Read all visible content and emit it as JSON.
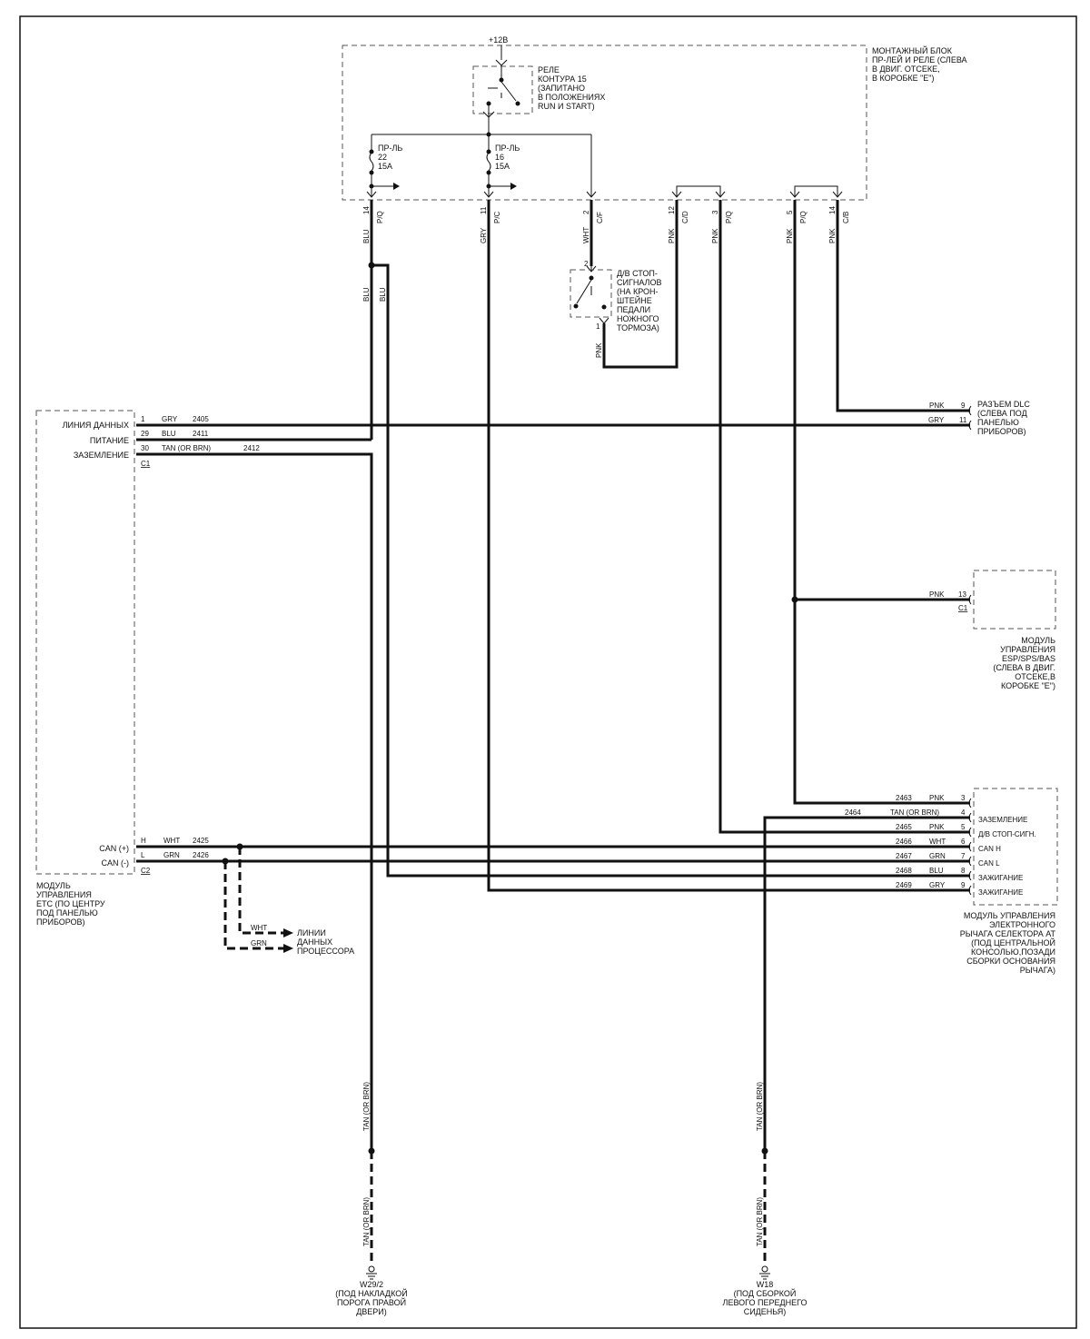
{
  "power": {
    "voltage": "+12В"
  },
  "fuse_block": {
    "lines": [
      "МОНТАЖНЫЙ БЛОК",
      "ПР-ЛЕЙ И  РЕЛЕ  (СЛЕВА",
      "В ДВИГ. ОТСЕКЕ,",
      "В КОРОБКЕ \"E\")"
    ]
  },
  "relay": {
    "lines": [
      "РЕЛЕ",
      "КОНТУРА 15",
      "(ЗАПИТАНО",
      "В ПОЛОЖЕНИЯХ",
      "RUN  И  START)"
    ]
  },
  "fuse22": {
    "lines": [
      "ПР-ЛЬ",
      "22",
      "15А"
    ]
  },
  "fuse16": {
    "lines": [
      "ПР-ЛЬ",
      "16",
      "15А"
    ]
  },
  "block_connectors": [
    {
      "wire": "BLU",
      "pin": "14",
      "conn": "P/Q"
    },
    {
      "wire": "GRY",
      "pin": "11",
      "conn": "P/C"
    },
    {
      "wire": "WHT",
      "pin": "2",
      "conn": "C/F"
    },
    {
      "wire": "PNK",
      "pin": "12",
      "conn": "C/D"
    },
    {
      "wire": "PNK",
      "pin": "3",
      "conn": "P/Q"
    },
    {
      "wire": "PNK",
      "pin": "5",
      "conn": "P/Q"
    },
    {
      "wire": "PNK",
      "pin": "14",
      "conn": "C/B"
    }
  ],
  "blu_wires": [
    "BLU",
    "BLU"
  ],
  "brake_switch": {
    "lines": [
      "Д/В СТОП-",
      "СИГНАЛОВ",
      "(НА КРОН-",
      "ШТЕЙНЕ",
      "ПЕДАЛИ",
      "НОЖНОГО",
      "ТОРМОЗА)"
    ],
    "pin_top": "2",
    "pin_bottom": "1",
    "wire_out": "PNK"
  },
  "etc_module": {
    "rows": [
      {
        "label": "ЛИНИЯ ДАННЫХ",
        "pin": "1",
        "color": "GRY",
        "circuit": "2405"
      },
      {
        "label": "ПИТАНИЕ",
        "pin": "29",
        "color": "BLU",
        "circuit": "2411"
      },
      {
        "label": "ЗАЗЕМЛЕНИЕ",
        "pin": "30",
        "color": "TAN (OR BRN)",
        "circuit": "2412"
      }
    ],
    "connector1": "C1",
    "can_rows": [
      {
        "label": "CAN (+)",
        "pin": "H",
        "color": "WHT",
        "circuit": "2425"
      },
      {
        "label": "CAN (-)",
        "pin": "L",
        "color": "GRN",
        "circuit": "2426"
      }
    ],
    "connector2": "C2",
    "name_lines": [
      "МОДУЛЬ",
      "УПРАВЛЕНИЯ",
      "ETC (ПО ЦЕНТРУ",
      "ПОД ПАНЕЛЬЮ",
      "ПРИБОРОВ)"
    ]
  },
  "dlc": {
    "rows": [
      {
        "color": "PNK",
        "pin": "9"
      },
      {
        "color": "GRY",
        "pin": "11"
      }
    ],
    "lines": [
      "РАЗЪЕМ DLC",
      "(СЛЕВА ПОД",
      "ПАНЕЛЬЮ",
      "ПРИБОРОВ)"
    ]
  },
  "esp_module": {
    "color": "PNK",
    "pin": "13",
    "connector": "C1",
    "lines": [
      "МОДУЛЬ",
      "УПРАВЛЕНИЯ",
      "ESP/SPS/BAS",
      "(СЛЕВА В ДВИГ.",
      "ОТСЕКЕ,В",
      "КОРОБКЕ \"E\")"
    ]
  },
  "selector_module": {
    "rows": [
      {
        "circuit": "2463",
        "color": "PNK",
        "pin": "3",
        "label": ""
      },
      {
        "circuit": "2464",
        "color": "TAN (OR BRN)",
        "pin": "4",
        "label": "ЗАЗЕМЛЕНИЕ"
      },
      {
        "circuit": "2465",
        "color": "PNK",
        "pin": "5",
        "label": "Д/В СТОП-СИГН."
      },
      {
        "circuit": "2466",
        "color": "WHT",
        "pin": "6",
        "label": "CAN H"
      },
      {
        "circuit": "2467",
        "color": "GRN",
        "pin": "7",
        "label": "CAN L"
      },
      {
        "circuit": "2468",
        "color": "BLU",
        "pin": "8",
        "label": "ЗАЖИГАНИЕ"
      },
      {
        "circuit": "2469",
        "color": "GRY",
        "pin": "9",
        "label": "ЗАЖИГАНИЕ"
      }
    ],
    "lines": [
      "МОДУЛЬ УПРАВЛЕНИЯ",
      "ЭЛЕКТРОННОГО",
      "РЫЧАГА СЕЛЕКТОРА АТ",
      "(ПОД ЦЕНТРАЛЬНОЙ",
      "КОНСОЛЬЮ,ПОЗАДИ",
      "СБОРКИ  ОСНОВАНИЯ",
      "РЫЧАГА)"
    ]
  },
  "data_lines": {
    "wht": "WHT",
    "grn": "GRN",
    "lines": [
      "ЛИНИИ",
      "ДАННЫХ",
      "ПРОЦЕССОРА"
    ]
  },
  "grounds": [
    {
      "wire": "TAN (OR BRN)",
      "wire2": "TAN (OR BRN)",
      "lines": [
        "W29/2",
        "(ПОД НАКЛАДКОЙ",
        "ПОРОГА ПРАВОЙ",
        "ДВЕРИ)"
      ]
    },
    {
      "wire": "TAN (OR BRN)",
      "wire2": "TAN (OR BRN)",
      "lines": [
        "W18",
        "(ПОД СБОРКОЙ",
        "ЛЕВОГО ПЕРЕДНЕГО",
        "СИДЕНЬЯ)"
      ]
    }
  ]
}
